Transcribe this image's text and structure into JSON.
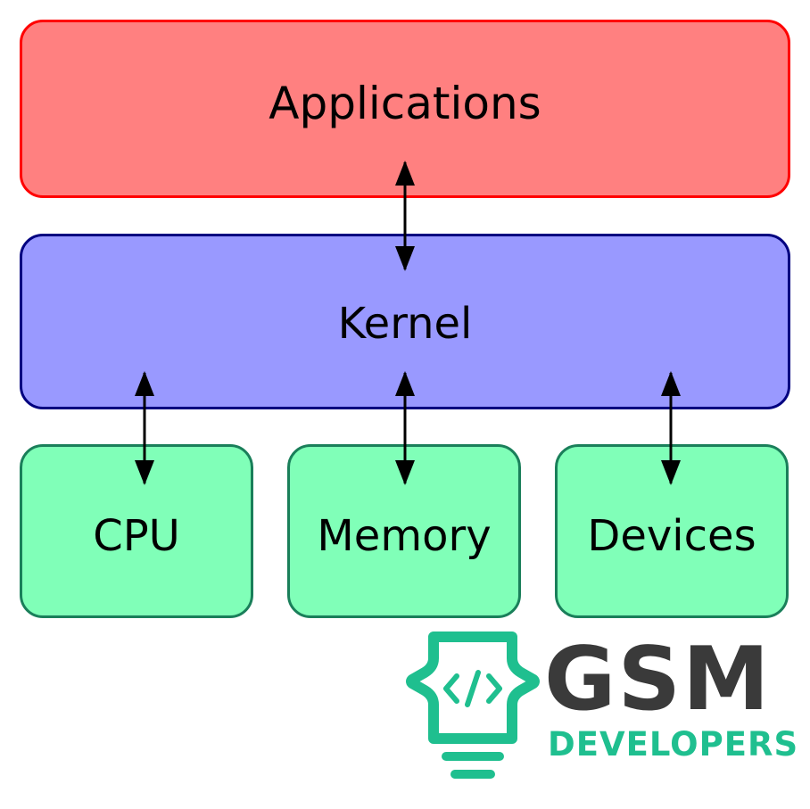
{
  "layers": {
    "applications": "Applications",
    "kernel": "Kernel",
    "cpu": "CPU",
    "memory": "Memory",
    "devices": "Devices"
  },
  "colors": {
    "applications_fill": "#ff8080",
    "applications_border": "#ff0000",
    "kernel_fill": "#9999ff",
    "kernel_border": "#000080",
    "hardware_fill": "#80ffb8",
    "hardware_border": "#1a7f5a",
    "logo_dark": "#3a3a3a",
    "logo_green": "#1fbf8f"
  },
  "logo": {
    "name": "GSM",
    "tagline": "DEVELOPERS",
    "icon": "code-bulb-icon"
  }
}
